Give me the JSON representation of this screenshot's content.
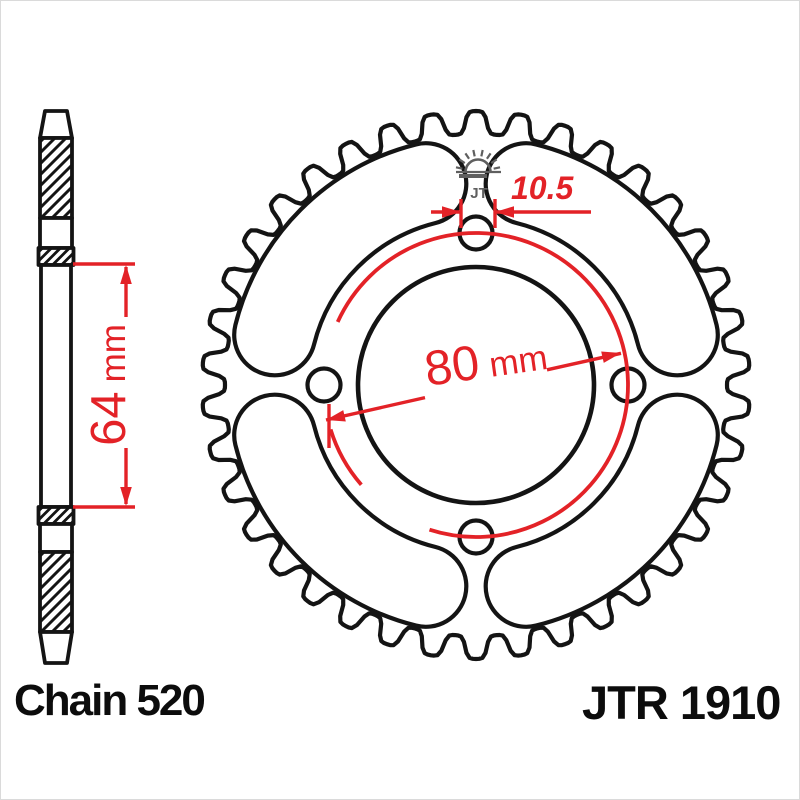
{
  "colors": {
    "line_black": "#141414",
    "dimension_red": "#e32227",
    "logo_gray": "#5f5f5f",
    "background": "#ffffff",
    "border_gray": "#dadada"
  },
  "front_view": {
    "hole_dimension": {
      "value": "10.5"
    },
    "bolt_circle_dimension": {
      "value": "80",
      "unit": "mm"
    }
  },
  "side_view": {
    "span_dimension": {
      "value": "64",
      "unit": "mm"
    }
  },
  "footer": {
    "chain_label": "Chain 520",
    "part_number": "JTR 1910"
  },
  "logo": {
    "icon": "jt-rising-sun-logo",
    "text": "JT"
  }
}
